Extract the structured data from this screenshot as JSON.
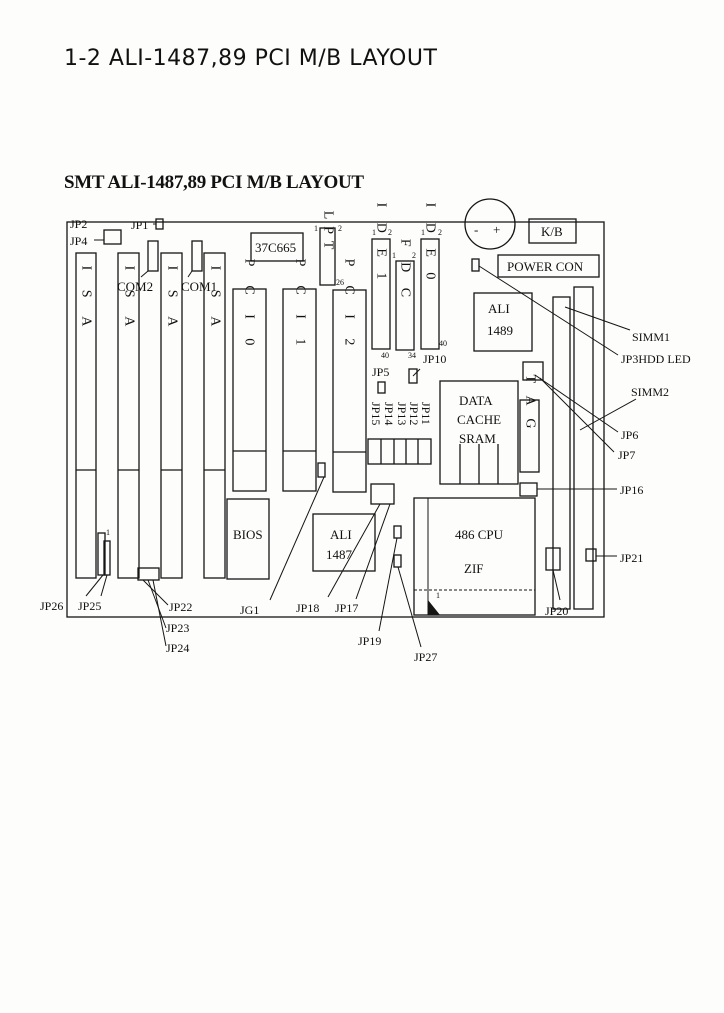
{
  "page": {
    "heading": "1-2 ALI-1487,89 PCI M/B LAYOUT",
    "subheading": "SMT ALI-1487,89 PCI M/B LAYOUT"
  },
  "board": {
    "isa_slots": [
      "I S A",
      "I S A",
      "I S A",
      "I S A"
    ],
    "pci_slots": [
      "P C I 0",
      "P C I 1",
      "P C I 2"
    ],
    "lpt": "L P T",
    "ide1": "I D E 1",
    "fdc": "F D C",
    "ide0": "I D E 0",
    "io_chip": "37C665",
    "kb": "K/B",
    "power": "POWER CON",
    "ali1489": [
      "ALI",
      "1489"
    ],
    "ali1487": [
      "ALI",
      "1487"
    ],
    "bios": "BIOS",
    "cache": [
      "DATA",
      "CACHE",
      "SRAM"
    ],
    "tag": "T A G",
    "cpu": [
      "486 CPU",
      "ZIF"
    ],
    "com2": "COM2",
    "com1": "COM1",
    "battery": [
      "-",
      "+"
    ],
    "pin_marks": {
      "lpt_1": "1",
      "lpt_2": "2",
      "lpt_26": "26",
      "ide1_1": "1",
      "ide1_2": "2",
      "ide1_40": "40",
      "fdc_1": "1",
      "fdc_2": "2",
      "fdc_34": "34",
      "ide0_1": "1",
      "ide0_2": "2",
      "ide0_40": "40",
      "cpu_1": "1",
      "jp26_1": "1"
    }
  },
  "labels": {
    "jp1": "JP1",
    "jp2": "JP2",
    "jp4": "JP4",
    "jp5": "JP5",
    "jp10": "JP10",
    "jp11": "JP11",
    "jp12": "JP12",
    "jp13": "JP13",
    "jp14": "JP14",
    "jp15": "JP15",
    "simm1": "SIMM1",
    "jp3": "JP3HDD LED",
    "simm2": "SIMM2",
    "jp6": "JP6",
    "jp7": "JP7",
    "jp16": "JP16",
    "jp21": "JP21",
    "jp20": "JP20",
    "jp26": "JP26",
    "jp25": "JP25",
    "jp22": "JP22",
    "jp23": "JP23",
    "jp24": "JP24",
    "jg1": "JG1",
    "jp18": "JP18",
    "jp17": "JP17",
    "jp19": "JP19",
    "jp27": "JP27"
  }
}
